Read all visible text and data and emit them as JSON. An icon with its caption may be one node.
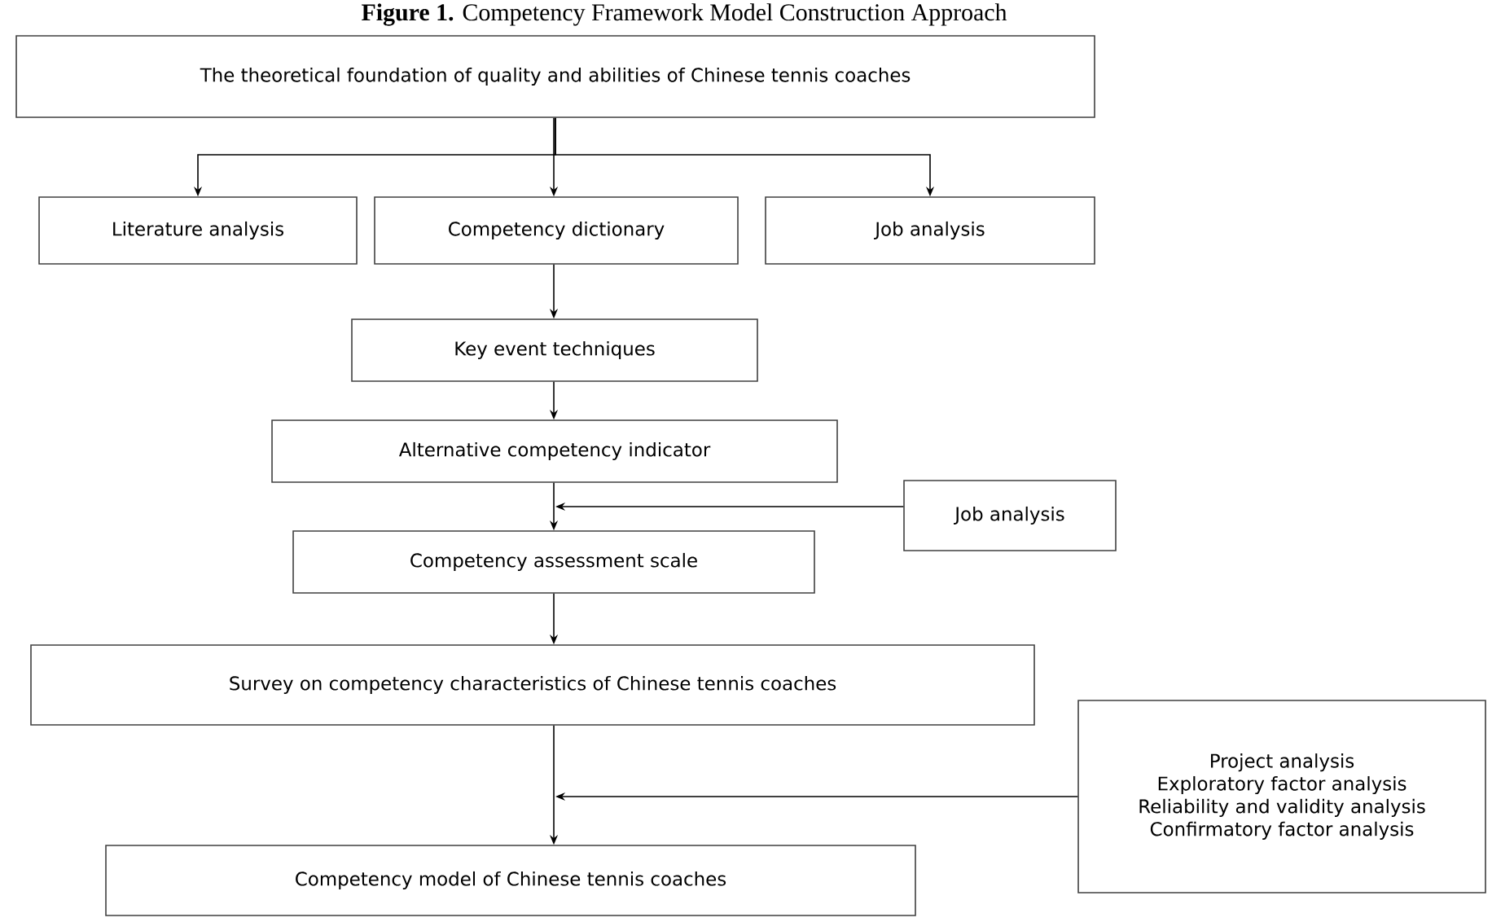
{
  "diagram": {
    "title": "**Figure 1.** Competency Framework Model Construction Approach",
    "nodes": [
      {
        "text": [
          "The theoretical foundation of quality and abilities of Chinese tennis coaches"
        ]
      },
      {
        "text": [
          "Literature analysis"
        ]
      },
      {
        "text": [
          "Competency dictionary"
        ]
      },
      {
        "text": [
          "Job analysis"
        ]
      },
      {
        "text": [
          "Key event techniques"
        ]
      },
      {
        "text": [
          "Alternative competency indicator"
        ]
      },
      {
        "text": [
          "Job analysis"
        ]
      },
      {
        "text": [
          "Competency assessment scale"
        ]
      },
      {
        "text": [
          "Survey on competency characteristics of Chinese tennis coaches"
        ]
      },
      {
        "text": [
          "Project analysis",
          "Exploratory factor analysis",
          "Reliability and validity analysis",
          "Confirmatory factor analysis"
        ]
      },
      {
        "text": [
          "Competency model of Chinese tennis coaches"
        ]
      }
    ],
    "edges": [
      {
        "from": 0,
        "to": 1,
        "arrow": "to"
      },
      {
        "from": 0,
        "to": 2,
        "arrow": "to"
      },
      {
        "from": 0,
        "to": 3,
        "arrow": "to"
      },
      {
        "from": 2,
        "to": 4,
        "arrow": "to"
      },
      {
        "from": 4,
        "to": 5,
        "arrow": "to"
      },
      {
        "from": 5,
        "to": 7,
        "arrow": "to"
      },
      {
        "from": 6,
        "to": null,
        "arrow": "to"
      },
      {
        "from": 7,
        "to": 8,
        "arrow": "to"
      },
      {
        "from": 8,
        "to": 10,
        "arrow": "to"
      },
      {
        "from": 9,
        "to": null,
        "arrow": "to"
      }
    ]
  }
}
